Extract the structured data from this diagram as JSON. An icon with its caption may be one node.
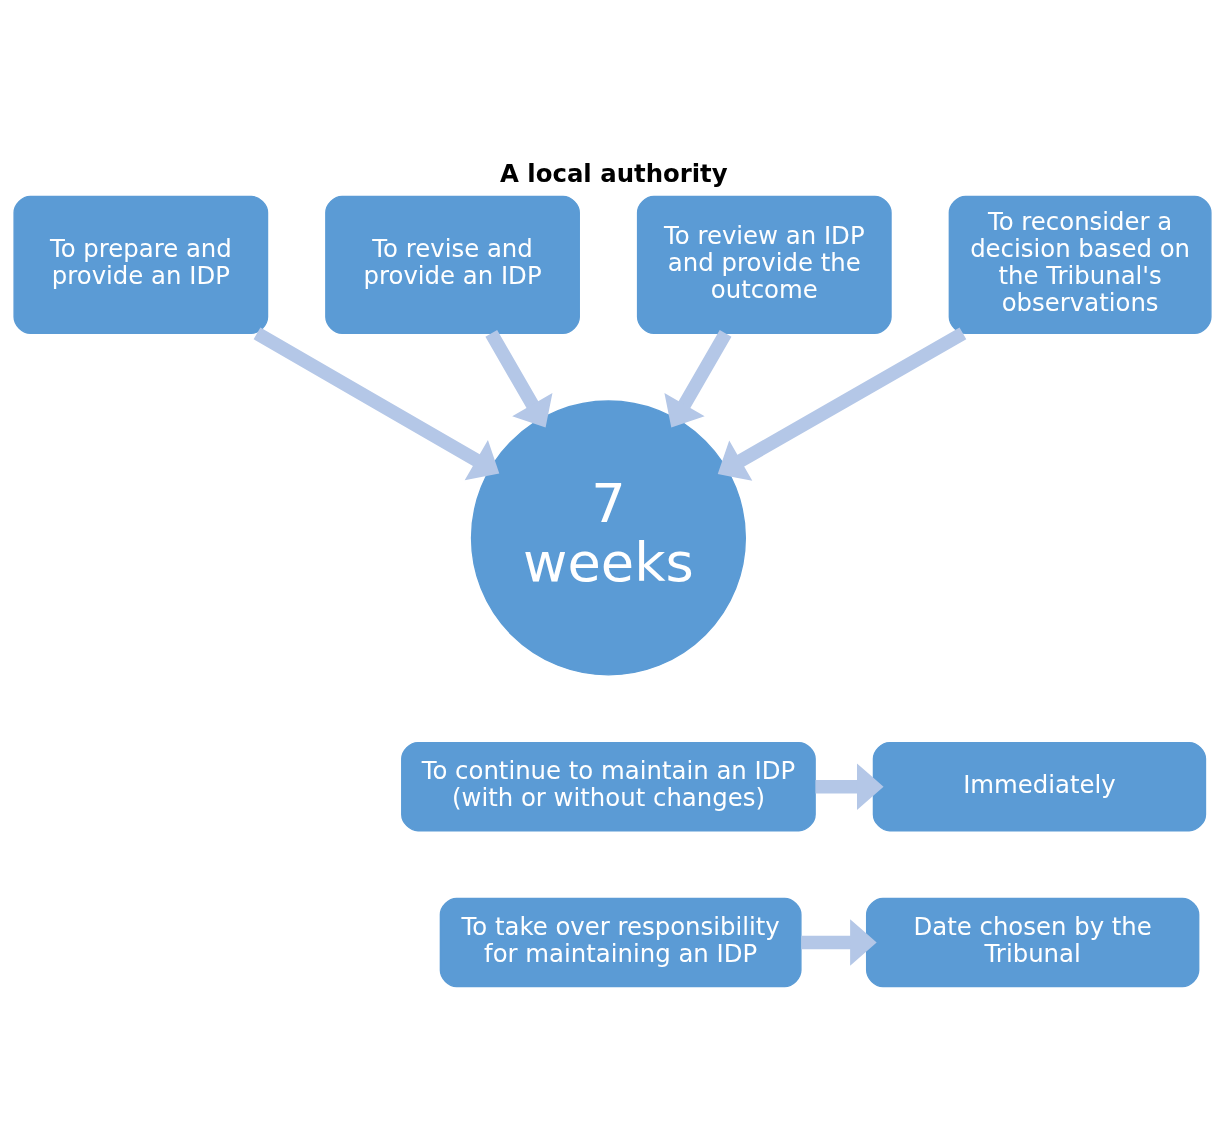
{
  "diagram": {
    "title": "A local authority",
    "nodes": [
      {
        "text": [
          "To revise and provide an IDP"
        ]
      },
      {
        "text": [
          "To review an IDP and provide the outcome"
        ]
      },
      {
        "text": [
          "To prepare and provide an IDP"
        ]
      },
      {
        "text": [
          "7 weeks"
        ]
      },
      {
        "text": [
          "To reconsider a decision based on the Tribunal's observations"
        ]
      },
      {
        "text": [
          "To continue to maintain an IDP (with or without changes)"
        ]
      },
      {
        "text": [
          "Immediately"
        ]
      },
      {
        "text": [
          "To take over responsibility for maintaining an IDP"
        ]
      },
      {
        "text": [
          "Date chosen by the Tribunal"
        ]
      }
    ],
    "edges": [
      {
        "from": 0,
        "to": 3,
        "arrow": "to"
      },
      {
        "from": 1,
        "to": 3,
        "arrow": "to"
      },
      {
        "from": 2,
        "to": 3,
        "arrow": "to"
      },
      {
        "from": 4,
        "to": 3,
        "arrow": "to"
      },
      {
        "from": 5,
        "to": 6,
        "arrow": "to"
      },
      {
        "from": 7,
        "to": 8,
        "arrow": "to"
      }
    ]
  }
}
